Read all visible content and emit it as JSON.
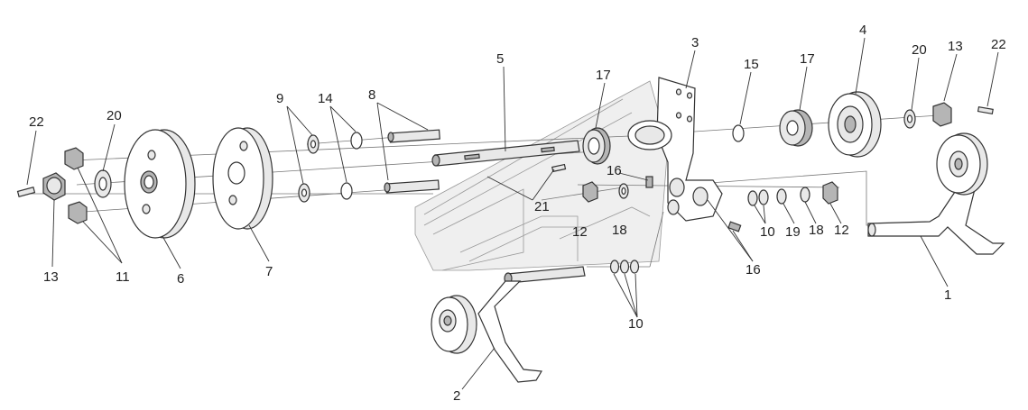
{
  "callouts": [
    {
      "id": "c-22-left",
      "label": "22"
    },
    {
      "id": "c-20-left",
      "label": "20"
    },
    {
      "id": "c-13-left",
      "label": "13"
    },
    {
      "id": "c-11",
      "label": "11"
    },
    {
      "id": "c-6",
      "label": "6"
    },
    {
      "id": "c-7",
      "label": "7"
    },
    {
      "id": "c-9",
      "label": "9"
    },
    {
      "id": "c-14",
      "label": "14"
    },
    {
      "id": "c-8",
      "label": "8"
    },
    {
      "id": "c-5",
      "label": "5"
    },
    {
      "id": "c-17-left",
      "label": "17"
    },
    {
      "id": "c-21",
      "label": "21"
    },
    {
      "id": "c-16-top",
      "label": "16"
    },
    {
      "id": "c-12-left",
      "label": "12"
    },
    {
      "id": "c-18-left",
      "label": "18"
    },
    {
      "id": "c-3",
      "label": "3"
    },
    {
      "id": "c-15",
      "label": "15"
    },
    {
      "id": "c-17-right",
      "label": "17"
    },
    {
      "id": "c-4",
      "label": "4"
    },
    {
      "id": "c-20-right",
      "label": "20"
    },
    {
      "id": "c-13-right",
      "label": "13"
    },
    {
      "id": "c-22-right",
      "label": "22"
    },
    {
      "id": "c-10-right",
      "label": "10"
    },
    {
      "id": "c-19",
      "label": "19"
    },
    {
      "id": "c-18-right",
      "label": "18"
    },
    {
      "id": "c-12-right",
      "label": "12"
    },
    {
      "id": "c-16-bottom",
      "label": "16"
    },
    {
      "id": "c-1",
      "label": "1"
    },
    {
      "id": "c-10-bottom",
      "label": "10"
    },
    {
      "id": "c-2",
      "label": "2"
    }
  ]
}
